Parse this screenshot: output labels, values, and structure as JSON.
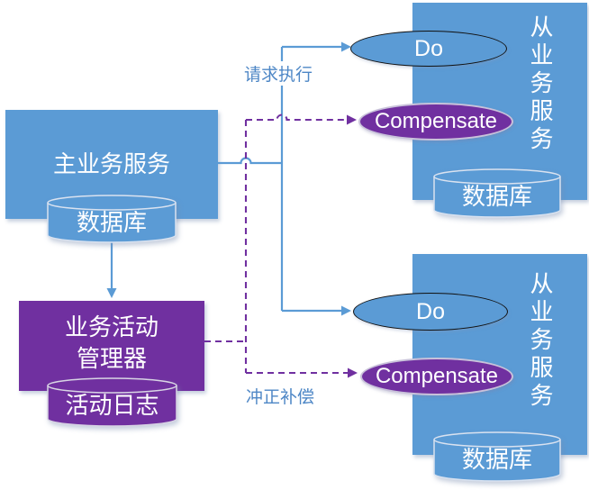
{
  "diagram": {
    "title_hint": "TCC compensation pattern diagram",
    "main_service": "主业务服务",
    "main_db": "数据库",
    "manager_line1": "业务活动",
    "manager_line2": "管理器",
    "activity_log": "活动日志",
    "request_label": "请求执行",
    "compensate_label": "冲正补偿",
    "slave_top": {
      "title": "从业务服务",
      "do": "Do",
      "compensate": "Compensate",
      "db": "数据库"
    },
    "slave_bottom": {
      "title": "从业务服务",
      "do": "Do",
      "compensate": "Compensate",
      "db": "数据库"
    }
  },
  "colors": {
    "service_blue": "#5B9BD5",
    "manager_purple": "#7030A0",
    "edge_label_blue": "#4E87C6",
    "do_outline": "#111111",
    "compensate_outline": "#C9C2DA",
    "cylinder_outline": "#D9E2F0"
  },
  "edges": {
    "solid_blue": "main-service to Do operations (request execution)",
    "dashed_purple": "activity manager to Compensate operations (reversal compensation)"
  }
}
